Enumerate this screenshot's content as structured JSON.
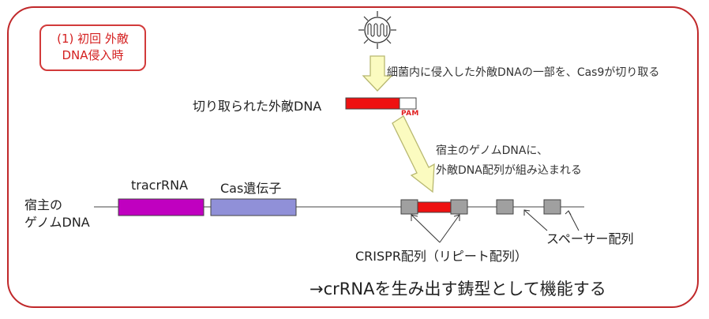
{
  "step": {
    "line1": "(1) 初回 外敵",
    "line2": "DNA侵入時"
  },
  "phage_icon": "phage-icon",
  "captions": {
    "cas9_cut": "細菌内に侵入した外敵DNAの一部を、Cas9が切り取る",
    "integrate_line1": "宿主のゲノムDNAに、",
    "integrate_line2": "外敵DNA配列が組み込まれる"
  },
  "fragment": {
    "label": "切り取られた外敵DNA",
    "pam": "PAM"
  },
  "genome": {
    "label_line1": "宿主の",
    "label_line2": "ゲノムDNA",
    "tracr": "tracrRNA",
    "cas": "Cas遺伝子",
    "spacer_label": "スペーサー配列",
    "crispr_label": "CRISPR配列（リピート配列）"
  },
  "conclusion": "→crRNAを生み出す鋳型として機能する",
  "colors": {
    "frame": "#c0282a",
    "foreign_dna": "#ee1111",
    "tracr": "#c000c0",
    "cas": "#9090d8",
    "repeat": "#a0a0a0",
    "arrow_fill": "#fbfbc0",
    "arrow_stroke": "#b8b870"
  }
}
